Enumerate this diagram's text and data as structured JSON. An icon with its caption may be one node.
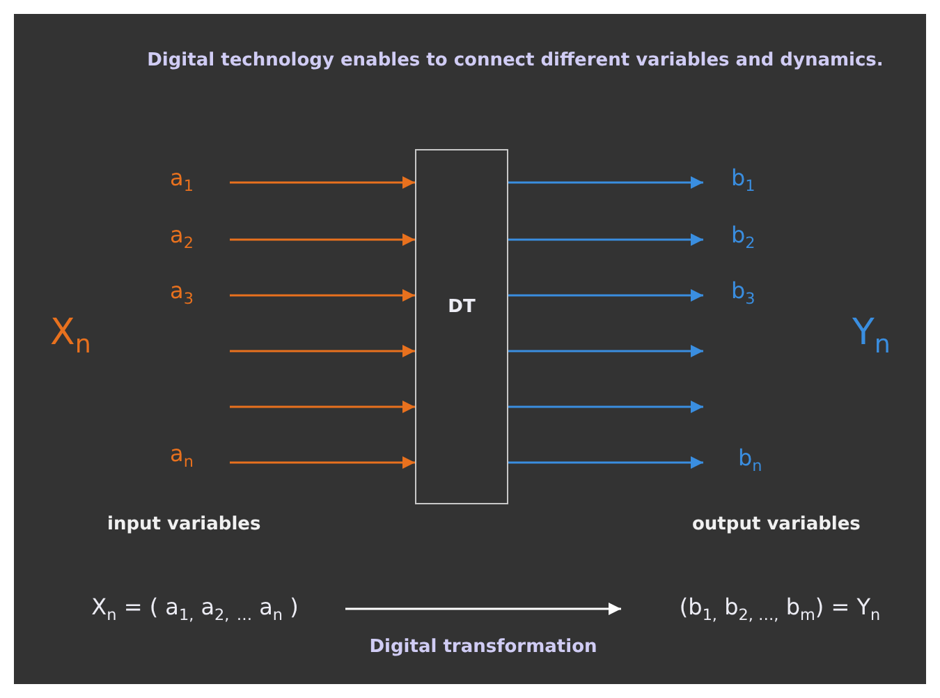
{
  "diagram": {
    "title": "Digital technology enables to connect different variables and dynamics.",
    "nodes": [
      {
        "text": [
          "DT"
        ]
      },
      {
        "text": [
          "X$_{n}$ = ( a$_{1,}$ a$_{2,}$ $_{…}$ a$_{n}$ )"
        ]
      },
      {
        "text": [
          "(b$_{1,}$ b$_{2, …,}$ b$_{m}$) = Y$_{n}$"
        ]
      }
    ],
    "edges": [
      {
        "from": null,
        "to": 0,
        "arrow": "to",
        "color": "#e8711e"
      },
      {
        "from": null,
        "to": 0,
        "arrow": "to",
        "color": "#e8711e"
      },
      {
        "from": null,
        "to": 0,
        "arrow": "to",
        "color": "#e8711e"
      },
      {
        "from": null,
        "to": 0,
        "arrow": "to",
        "color": "#e8711e"
      },
      {
        "from": null,
        "to": 0,
        "arrow": "to",
        "color": "#e8711e"
      },
      {
        "from": null,
        "to": 0,
        "arrow": "to",
        "color": "#e8711e"
      },
      {
        "from": 0,
        "to": null,
        "arrow": "to",
        "color": "#3a8ee0"
      },
      {
        "from": 0,
        "to": null,
        "arrow": "to",
        "color": "#3a8ee0"
      },
      {
        "from": 0,
        "to": null,
        "arrow": "to",
        "color": "#3a8ee0"
      },
      {
        "from": 0,
        "to": null,
        "arrow": "to",
        "color": "#3a8ee0"
      },
      {
        "from": 0,
        "to": null,
        "arrow": "to",
        "color": "#3a8ee0"
      },
      {
        "from": 0,
        "to": null,
        "arrow": "to",
        "color": "#3a8ee0"
      },
      {
        "from": 1,
        "to": 2,
        "arrow": "to",
        "label": "Digital transformation",
        "color": "#ffffff"
      }
    ],
    "labels": [
      "a$_{1}$",
      "b$_{1}$",
      "a$_{2}$",
      "b$_{2}$",
      "a$_{3}$",
      "b$_{3}$",
      "X$_{n}$",
      "Y$_{n}$",
      "a$_{n}$",
      "b$_{n}$",
      "input variables",
      "output variables"
    ]
  }
}
